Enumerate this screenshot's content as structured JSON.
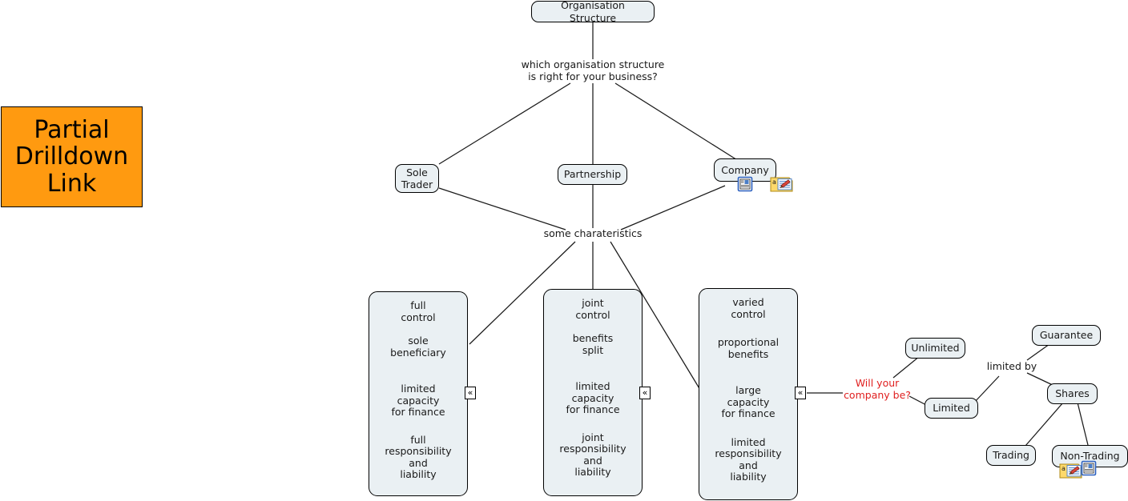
{
  "legend": {
    "name": "partial-drilldown-link",
    "lines": [
      "Partial",
      "Drilldown",
      "Link"
    ],
    "background": "#FF9A10",
    "text_color": "#000000"
  },
  "colors": {
    "node_fill": "#eaf0f3",
    "node_border": "#000000",
    "edge": "#1a1a1a",
    "question_red": "#e02020",
    "legend_orange": "#FF9A10"
  },
  "nodes": {
    "root": {
      "label": "Organisation Structure"
    },
    "sole_trader": {
      "label": "Sole\nTrader"
    },
    "partnership": {
      "label": "Partnership"
    },
    "company": {
      "label": "Company"
    },
    "unlimited": {
      "label": "Unlimited"
    },
    "limited": {
      "label": "Limited"
    },
    "guarantee": {
      "label": "Guarantee"
    },
    "shares": {
      "label": "Shares"
    },
    "trading": {
      "label": "Trading"
    },
    "non_trading": {
      "label": "Non-Trading"
    }
  },
  "labels": {
    "root_question": "which organisation  structure\nis right for your business?",
    "characteristics": "some charateristics",
    "company_question": "Will your\ncompany be?",
    "limited_by": "limited by"
  },
  "characteristic_boxes": [
    {
      "name": "sole-trader-characteristics",
      "groups": [
        "full\ncontrol",
        "sole\nbeneficiary",
        "limited\ncapacity\nfor finance",
        "full\nresponsibility\nand\nliability"
      ]
    },
    {
      "name": "partnership-characteristics",
      "groups": [
        "joint\ncontrol",
        "benefits\nsplit",
        "limited\ncapacity\nfor finance",
        "joint\nresponsibility\nand\nliability"
      ]
    },
    {
      "name": "company-characteristics",
      "groups": [
        "varied\ncontrol",
        "proportional\nbenefits",
        "large\ncapacity\nfor finance",
        "limited\nresponsibility\nand\nliability"
      ]
    }
  ],
  "collapse_markers": [
    {
      "name": "collapse-marker-sole-trader",
      "glyph": "«"
    },
    {
      "name": "collapse-marker-partnership",
      "glyph": "«"
    },
    {
      "name": "collapse-marker-company",
      "glyph": "«"
    }
  ],
  "icons": {
    "company_note": "note-document-icon",
    "company_annotation": "annotation-pencil-icon",
    "non_trading_annotation": "annotation-pencil-icon",
    "non_trading_note": "note-document-icon"
  }
}
